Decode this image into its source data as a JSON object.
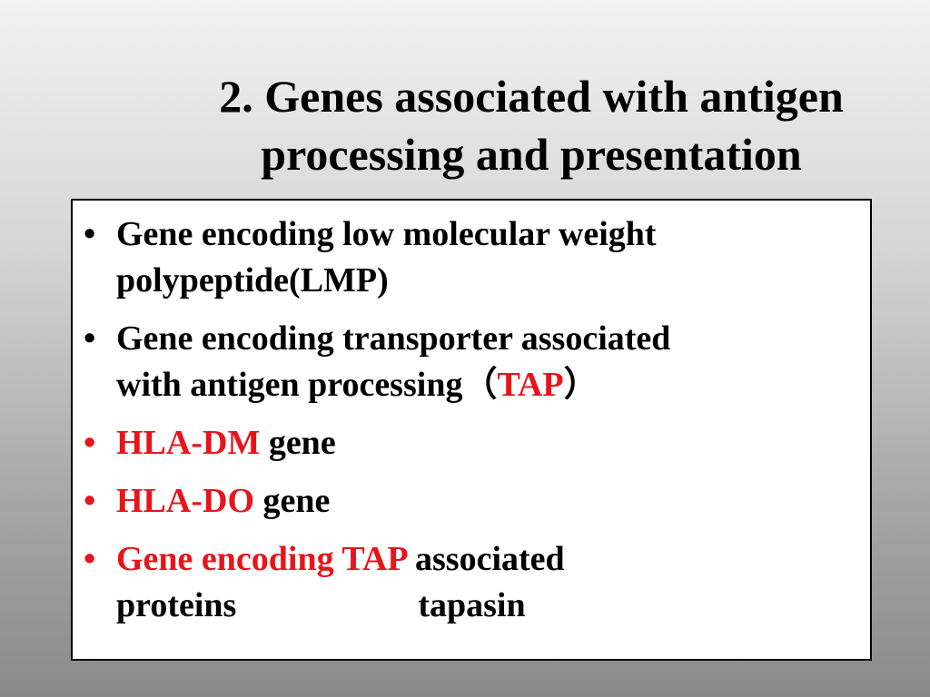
{
  "slide": {
    "title_line1": "2. Genes associated with antigen",
    "title_line2": "processing and presentation",
    "bullet_char": "•",
    "colors": {
      "accent": "#e8141b",
      "text": "#000000",
      "box": "#ffffff"
    },
    "bullets": [
      {
        "line1": "Gene encoding low molecular weight",
        "line2": "polypeptide(LMP)"
      },
      {
        "line1": "Gene encoding transporter associated",
        "line2_pre": "with antigen processing",
        "open_paren": "（",
        "highlight": "TAP",
        "close_paren": "）"
      },
      {
        "highlight": "HLA-DM",
        "rest": "gene"
      },
      {
        "highlight": "HLA-DO",
        "rest": "gene"
      },
      {
        "highlight": "Gene encoding TAP",
        "rest": "associated",
        "line2_a": "proteins",
        "line2_b": "tapasin"
      }
    ]
  }
}
